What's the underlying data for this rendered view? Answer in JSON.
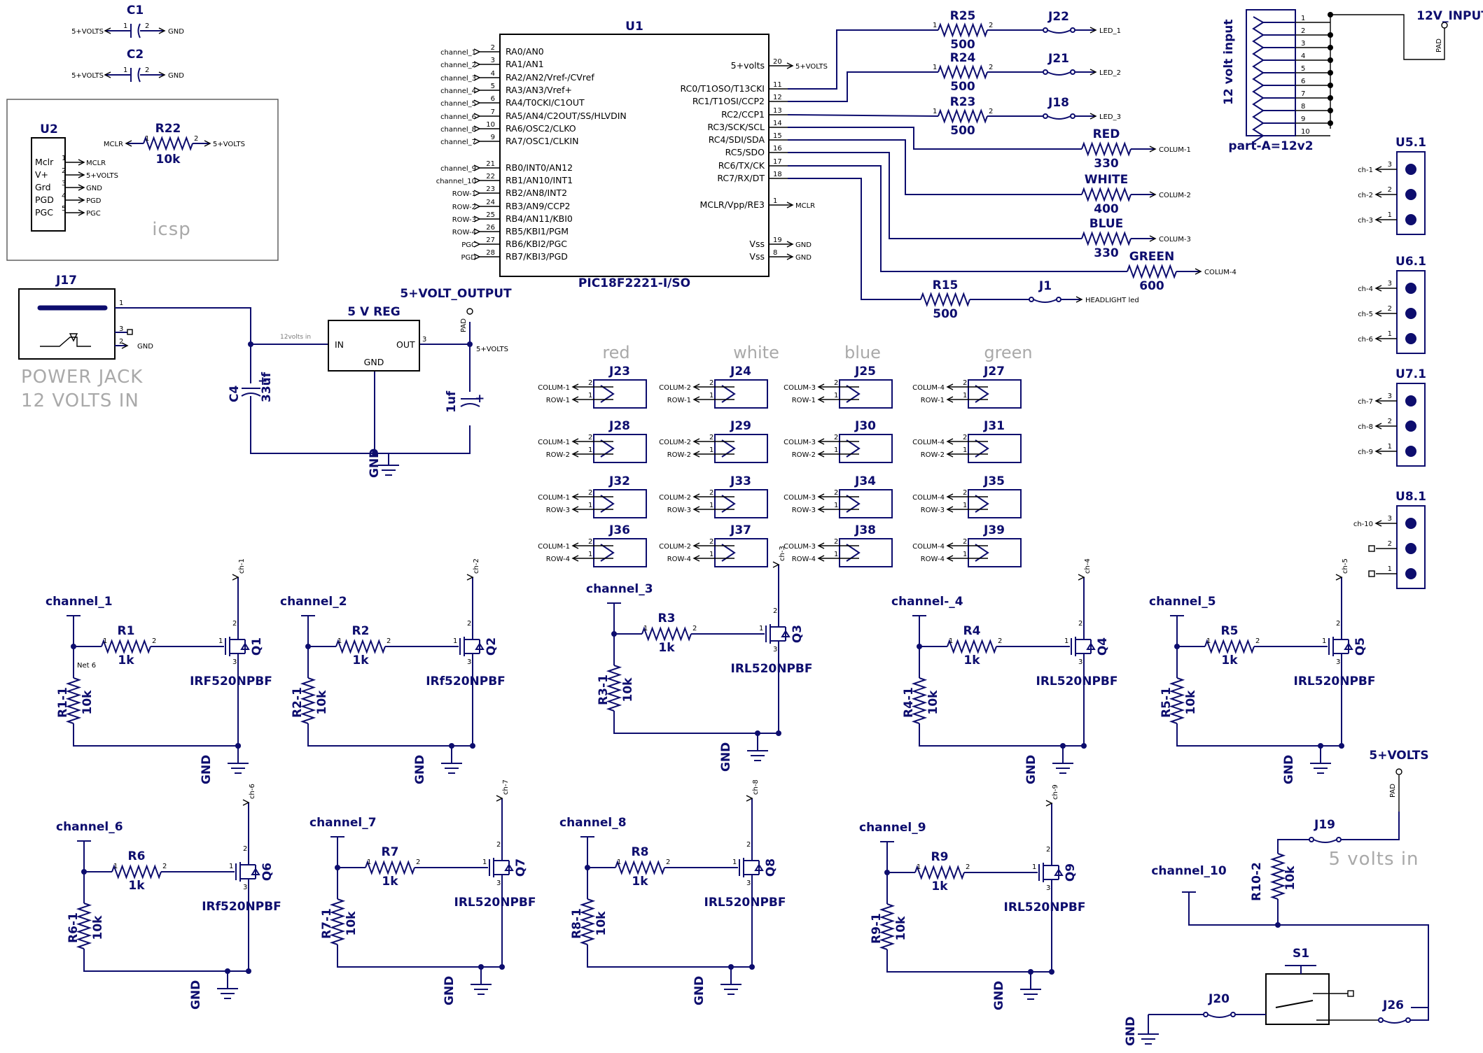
{
  "caps": {
    "c1": {
      "ref": "C1",
      "left": "5+VOLTS",
      "right": "GND"
    },
    "c2": {
      "ref": "C2",
      "left": "5+VOLTS",
      "right": "GND"
    },
    "c4": {
      "ref": "C4",
      "value": "33uf"
    },
    "c3": {
      "value": "1uf"
    }
  },
  "icsp": {
    "title": "icsp",
    "ref": "U2",
    "pins": [
      {
        "name": "Mclr",
        "net": "MCLR",
        "num": "1"
      },
      {
        "name": "V+",
        "net": "5+VOLTS",
        "num": "2"
      },
      {
        "name": "Grd",
        "net": "GND",
        "num": "3"
      },
      {
        "name": "PGD",
        "net": "PGD",
        "num": "4"
      },
      {
        "name": "PGC",
        "net": "PGC",
        "num": "5"
      }
    ],
    "r22": {
      "ref": "R22",
      "value": "10k",
      "left": "MCLR",
      "right": "5+VOLTS"
    }
  },
  "u1": {
    "ref": "U1",
    "part": "PIC18F2221-I/SO",
    "left_pins": [
      {
        "net": "channel_1",
        "num": "2",
        "name": "RA0/AN0"
      },
      {
        "net": "channel_2",
        "num": "3",
        "name": "RA1/AN1"
      },
      {
        "net": "channel_3",
        "num": "4",
        "name": "RA2/AN2/Vref-/CVref"
      },
      {
        "net": "channel_4",
        "num": "5",
        "name": "RA3/AN3/Vref+"
      },
      {
        "net": "channel_5",
        "num": "6",
        "name": "RA4/T0CKI/C1OUT"
      },
      {
        "net": "channel_6",
        "num": "7",
        "name": "RA5/AN4/C2OUT/SS/HLVDIN"
      },
      {
        "net": "channel_8",
        "num": "10",
        "name": "RA6/OSC2/CLKO"
      },
      {
        "net": "channel_7",
        "num": "9",
        "name": "RA7/OSC1/CLKIN"
      },
      {
        "net": "channel_9",
        "num": "21",
        "name": "RB0/INT0/AN12"
      },
      {
        "net": "channel_10",
        "num": "22",
        "name": "RB1/AN10/INT1"
      },
      {
        "net": "ROW-1",
        "num": "23",
        "name": "RB2/AN8/INT2"
      },
      {
        "net": "ROW-2",
        "num": "24",
        "name": "RB3/AN9/CCP2"
      },
      {
        "net": "ROW-3",
        "num": "25",
        "name": "RB4/AN11/KBI0"
      },
      {
        "net": "ROW-4",
        "num": "26",
        "name": "RB5/KBI1/PGM"
      },
      {
        "net": "PGC",
        "num": "27",
        "name": "RB6/KBI2/PGC"
      },
      {
        "net": "PGD",
        "num": "28",
        "name": "RB7/KBI3/PGD"
      }
    ],
    "right_pins": [
      {
        "name": "5+volts",
        "num": "20",
        "net": "5+VOLTS"
      },
      {
        "name": "RC0/T1OSO/T13CKI",
        "num": "11",
        "net": ""
      },
      {
        "name": "RC1/T1OSI/CCP2",
        "num": "12",
        "net": ""
      },
      {
        "name": "RC2/CCP1",
        "num": "13",
        "net": ""
      },
      {
        "name": "RC3/SCK/SCL",
        "num": "14",
        "net": ""
      },
      {
        "name": "RC4/SDI/SDA",
        "num": "15",
        "net": ""
      },
      {
        "name": "RC5/SDO",
        "num": "16",
        "net": ""
      },
      {
        "name": "RC6/TX/CK",
        "num": "17",
        "net": ""
      },
      {
        "name": "RC7/RX/DT",
        "num": "18",
        "net": ""
      },
      {
        "name": "MCLR/Vpp/RE3",
        "num": "1",
        "net": "MCLR"
      },
      {
        "name": "Vss",
        "num": "19",
        "net": "GND"
      },
      {
        "name": "Vss",
        "num": "8",
        "net": "GND"
      }
    ]
  },
  "outputs": [
    {
      "rref": "R25",
      "rval": "500",
      "jref": "J22",
      "net": "LED_1"
    },
    {
      "rref": "R24",
      "rval": "500",
      "jref": "J21",
      "net": "LED_2"
    },
    {
      "rref": "R23",
      "rval": "500",
      "jref": "J18",
      "net": "LED_3"
    },
    {
      "rref": "RED",
      "rval": "330",
      "net": "COLUM-1"
    },
    {
      "rref": "WHITE",
      "rval": "400",
      "net": "COLUM-2"
    },
    {
      "rref": "BLUE",
      "rval": "330",
      "net": "COLUM-3"
    },
    {
      "rref": "GREEN",
      "rval": "600",
      "net": "COLUM-4"
    },
    {
      "rref": "R15",
      "rval": "500",
      "jref": "J1",
      "net": "HEADLIGHT led"
    }
  ],
  "input12": {
    "label": "12 volt input",
    "part": "part-A=12v2",
    "pin_nums": [
      "1",
      "2",
      "3",
      "4",
      "5",
      "6",
      "7",
      "8",
      "9",
      "10"
    ],
    "pad_title": "12V_INPUT",
    "pad": "PAD"
  },
  "headers": [
    {
      "ref": "U5.1",
      "pins": [
        {
          "net": "ch-1",
          "num": "3"
        },
        {
          "net": "ch-2",
          "num": "2"
        },
        {
          "net": "ch-3",
          "num": "1"
        }
      ]
    },
    {
      "ref": "U6.1",
      "pins": [
        {
          "net": "ch-4",
          "num": "3"
        },
        {
          "net": "ch-5",
          "num": "2"
        },
        {
          "net": "ch-6",
          "num": "1"
        }
      ]
    },
    {
      "ref": "U7.1",
      "pins": [
        {
          "net": "ch-7",
          "num": "3"
        },
        {
          "net": "ch-8",
          "num": "2"
        },
        {
          "net": "ch-9",
          "num": "1"
        }
      ]
    },
    {
      "ref": "U8.1",
      "pins": [
        {
          "net": "ch-10",
          "num": "3"
        },
        {
          "net": "",
          "num": "2"
        },
        {
          "net": "",
          "num": "1"
        }
      ]
    }
  ],
  "power": {
    "jack_ref": "J17",
    "jack_label1": "POWER JACK",
    "jack_label2": "12 VOLTS IN",
    "gnd": "GND",
    "reg": "5 V REG",
    "in": "IN",
    "out": "OUT",
    "reg_gnd": "GND",
    "in_net": "12volts in",
    "out_title": "5+VOLT_OUTPUT",
    "out_net": "5+VOLTS",
    "pad": "PAD"
  },
  "matrix": {
    "col_titles": [
      "red",
      "white",
      "blue",
      "green"
    ],
    "rows": [
      [
        "J23",
        "J24",
        "J25",
        "J27"
      ],
      [
        "J28",
        "J29",
        "J30",
        "J31"
      ],
      [
        "J32",
        "J33",
        "J34",
        "J35"
      ],
      [
        "J36",
        "J37",
        "J38",
        "J39"
      ]
    ],
    "col_nets": [
      "COLUM-1",
      "COLUM-2",
      "COLUM-3",
      "COLUM-4"
    ],
    "row_nets": [
      "ROW-1",
      "ROW-2",
      "ROW-3",
      "ROW-4"
    ]
  },
  "channels": [
    {
      "title": "channel_1",
      "r": "R1",
      "rval": "1k",
      "rp": "R1-1",
      "rpval": "10k",
      "q": "Q1",
      "part": "IRF520NPBF",
      "out": "ch-1",
      "net": "Net 6"
    },
    {
      "title": "channel_2",
      "r": "R2",
      "rval": "1k",
      "rp": "R2-1",
      "rpval": "10k",
      "q": "Q2",
      "part": "IRf520NPBF",
      "out": "ch-2"
    },
    {
      "title": "channel_3",
      "r": "R3",
      "rval": "1k",
      "rp": "R3-1",
      "rpval": "10k",
      "q": "Q3",
      "part": "IRL520NPBF",
      "out": "ch-3"
    },
    {
      "title": "channel-_4",
      "r": "R4",
      "rval": "1k",
      "rp": "R4-1",
      "rpval": "10k",
      "q": "Q4",
      "part": "IRL520NPBF",
      "out": "ch-4"
    },
    {
      "title": "channel_5",
      "r": "R5",
      "rval": "1k",
      "rp": "R5-1",
      "rpval": "10k",
      "q": "Q5",
      "part": "IRL520NPBF",
      "out": "ch-5"
    },
    {
      "title": "channel_6",
      "r": "R6",
      "rval": "1k",
      "rp": "R6-1",
      "rpval": "10k",
      "q": "Q6",
      "part": "IRf520NPBF",
      "out": "ch-6"
    },
    {
      "title": "channel_7",
      "r": "R7",
      "rval": "1k",
      "rp": "R7-1",
      "rpval": "10k",
      "q": "Q7",
      "part": "IRL520NPBF",
      "out": "ch-7"
    },
    {
      "title": "channel_8",
      "r": "R8",
      "rval": "1k",
      "rp": "R8-1",
      "rpval": "10k",
      "q": "Q8",
      "part": "IRL520NPBF",
      "out": "ch-8"
    },
    {
      "title": "channel_9",
      "r": "R9",
      "rval": "1k",
      "rp": "R9-1",
      "rpval": "10k",
      "q": "Q9",
      "part": "IRL520NPBF",
      "out": "ch-9"
    }
  ],
  "channel10": {
    "title": "channel_10",
    "r": "R10-2",
    "rval": "10k",
    "j19": "J19",
    "j20": "J20",
    "j26": "J26",
    "sw": "S1",
    "pad_title": "5+VOLTS",
    "pad": "PAD",
    "note": "5 volts in",
    "gnd": "GND"
  },
  "gnd_label": "GND"
}
